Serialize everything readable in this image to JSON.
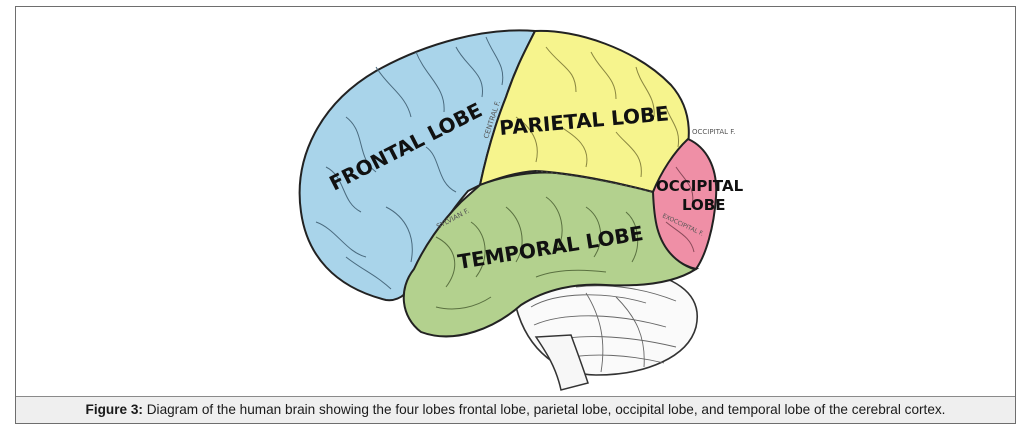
{
  "caption": {
    "label": "Figure 3:",
    "text": " Diagram of the human brain showing the four lobes frontal lobe, parietal lobe, occipital lobe, and temporal lobe of the cerebral cortex."
  },
  "lobes": {
    "frontal": {
      "label": "FRONTAL LOBE",
      "color": "#a9d4ea"
    },
    "parietal": {
      "label": "PARIETAL LOBE",
      "color": "#f6f48d"
    },
    "temporal": {
      "label": "TEMPORAL LOBE",
      "color": "#b3d18e"
    },
    "occipital": {
      "label_line1": "OCCIPITAL",
      "label_line2": "LOBE",
      "color": "#ef8fa6"
    }
  },
  "fissures": {
    "central": "CENTRAL F.",
    "sylvian": "SYLVIAN F.",
    "occipital": "OCCIPITAL F.",
    "exoccipital": "EXOCCIPITAL F."
  }
}
